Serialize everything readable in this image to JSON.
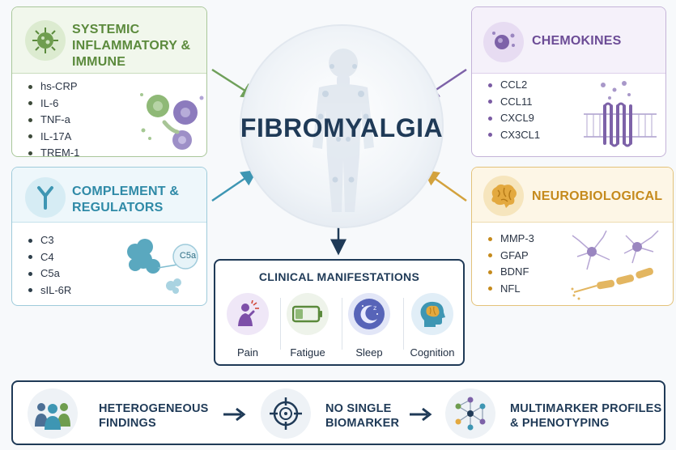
{
  "center": {
    "title": "FIBROMYALGIA"
  },
  "panels": {
    "systemic": {
      "title": "SYSTEMIC\nINFLAMMATORY &\nIMMUNE",
      "items": [
        "hs-CRP",
        "IL-6",
        "TNF-a",
        "IL-17A",
        "TREM-1"
      ],
      "color": "#5b8a3c"
    },
    "complement": {
      "title": "COMPLEMENT &\nREGULATORS",
      "items": [
        "C3",
        "C4",
        "C5a",
        "sIL-6R"
      ],
      "illustration_label": "C5a",
      "color": "#2f8aa7"
    },
    "chemokines": {
      "title": "CHEMOKINES",
      "items": [
        "CCL2",
        "CCL11",
        "CXCL9",
        "CX3CL1"
      ],
      "color": "#6c4c96"
    },
    "neurobiological": {
      "title": "NEUROBIOLOGICAL",
      "items": [
        "MMP-3",
        "GFAP",
        "BDNF",
        "NFL"
      ],
      "color": "#c58a1c"
    }
  },
  "clinical": {
    "title": "CLINICAL MANIFESTATIONS",
    "items": [
      {
        "label": "Pain",
        "icon": "pain-person-icon"
      },
      {
        "label": "Fatigue",
        "icon": "low-battery-icon"
      },
      {
        "label": "Sleep",
        "icon": "moon-stars-icon"
      },
      {
        "label": "Cognition",
        "icon": "brain-head-icon"
      }
    ]
  },
  "bottom": {
    "steps": [
      {
        "text": "HETEROGENEOUS\nFINDINGS",
        "icon": "people-group-icon"
      },
      {
        "text": "NO SINGLE\nBIOMARKER",
        "icon": "target-icon"
      },
      {
        "text": "MULTIMARKER PROFILES\n& PHENOTYPING",
        "icon": "network-icon"
      }
    ]
  },
  "colors": {
    "navy": "#1f3a57",
    "green": "#5b8a3c",
    "teal": "#2f8aa7",
    "purple": "#6c4c96",
    "gold": "#c58a1c"
  }
}
